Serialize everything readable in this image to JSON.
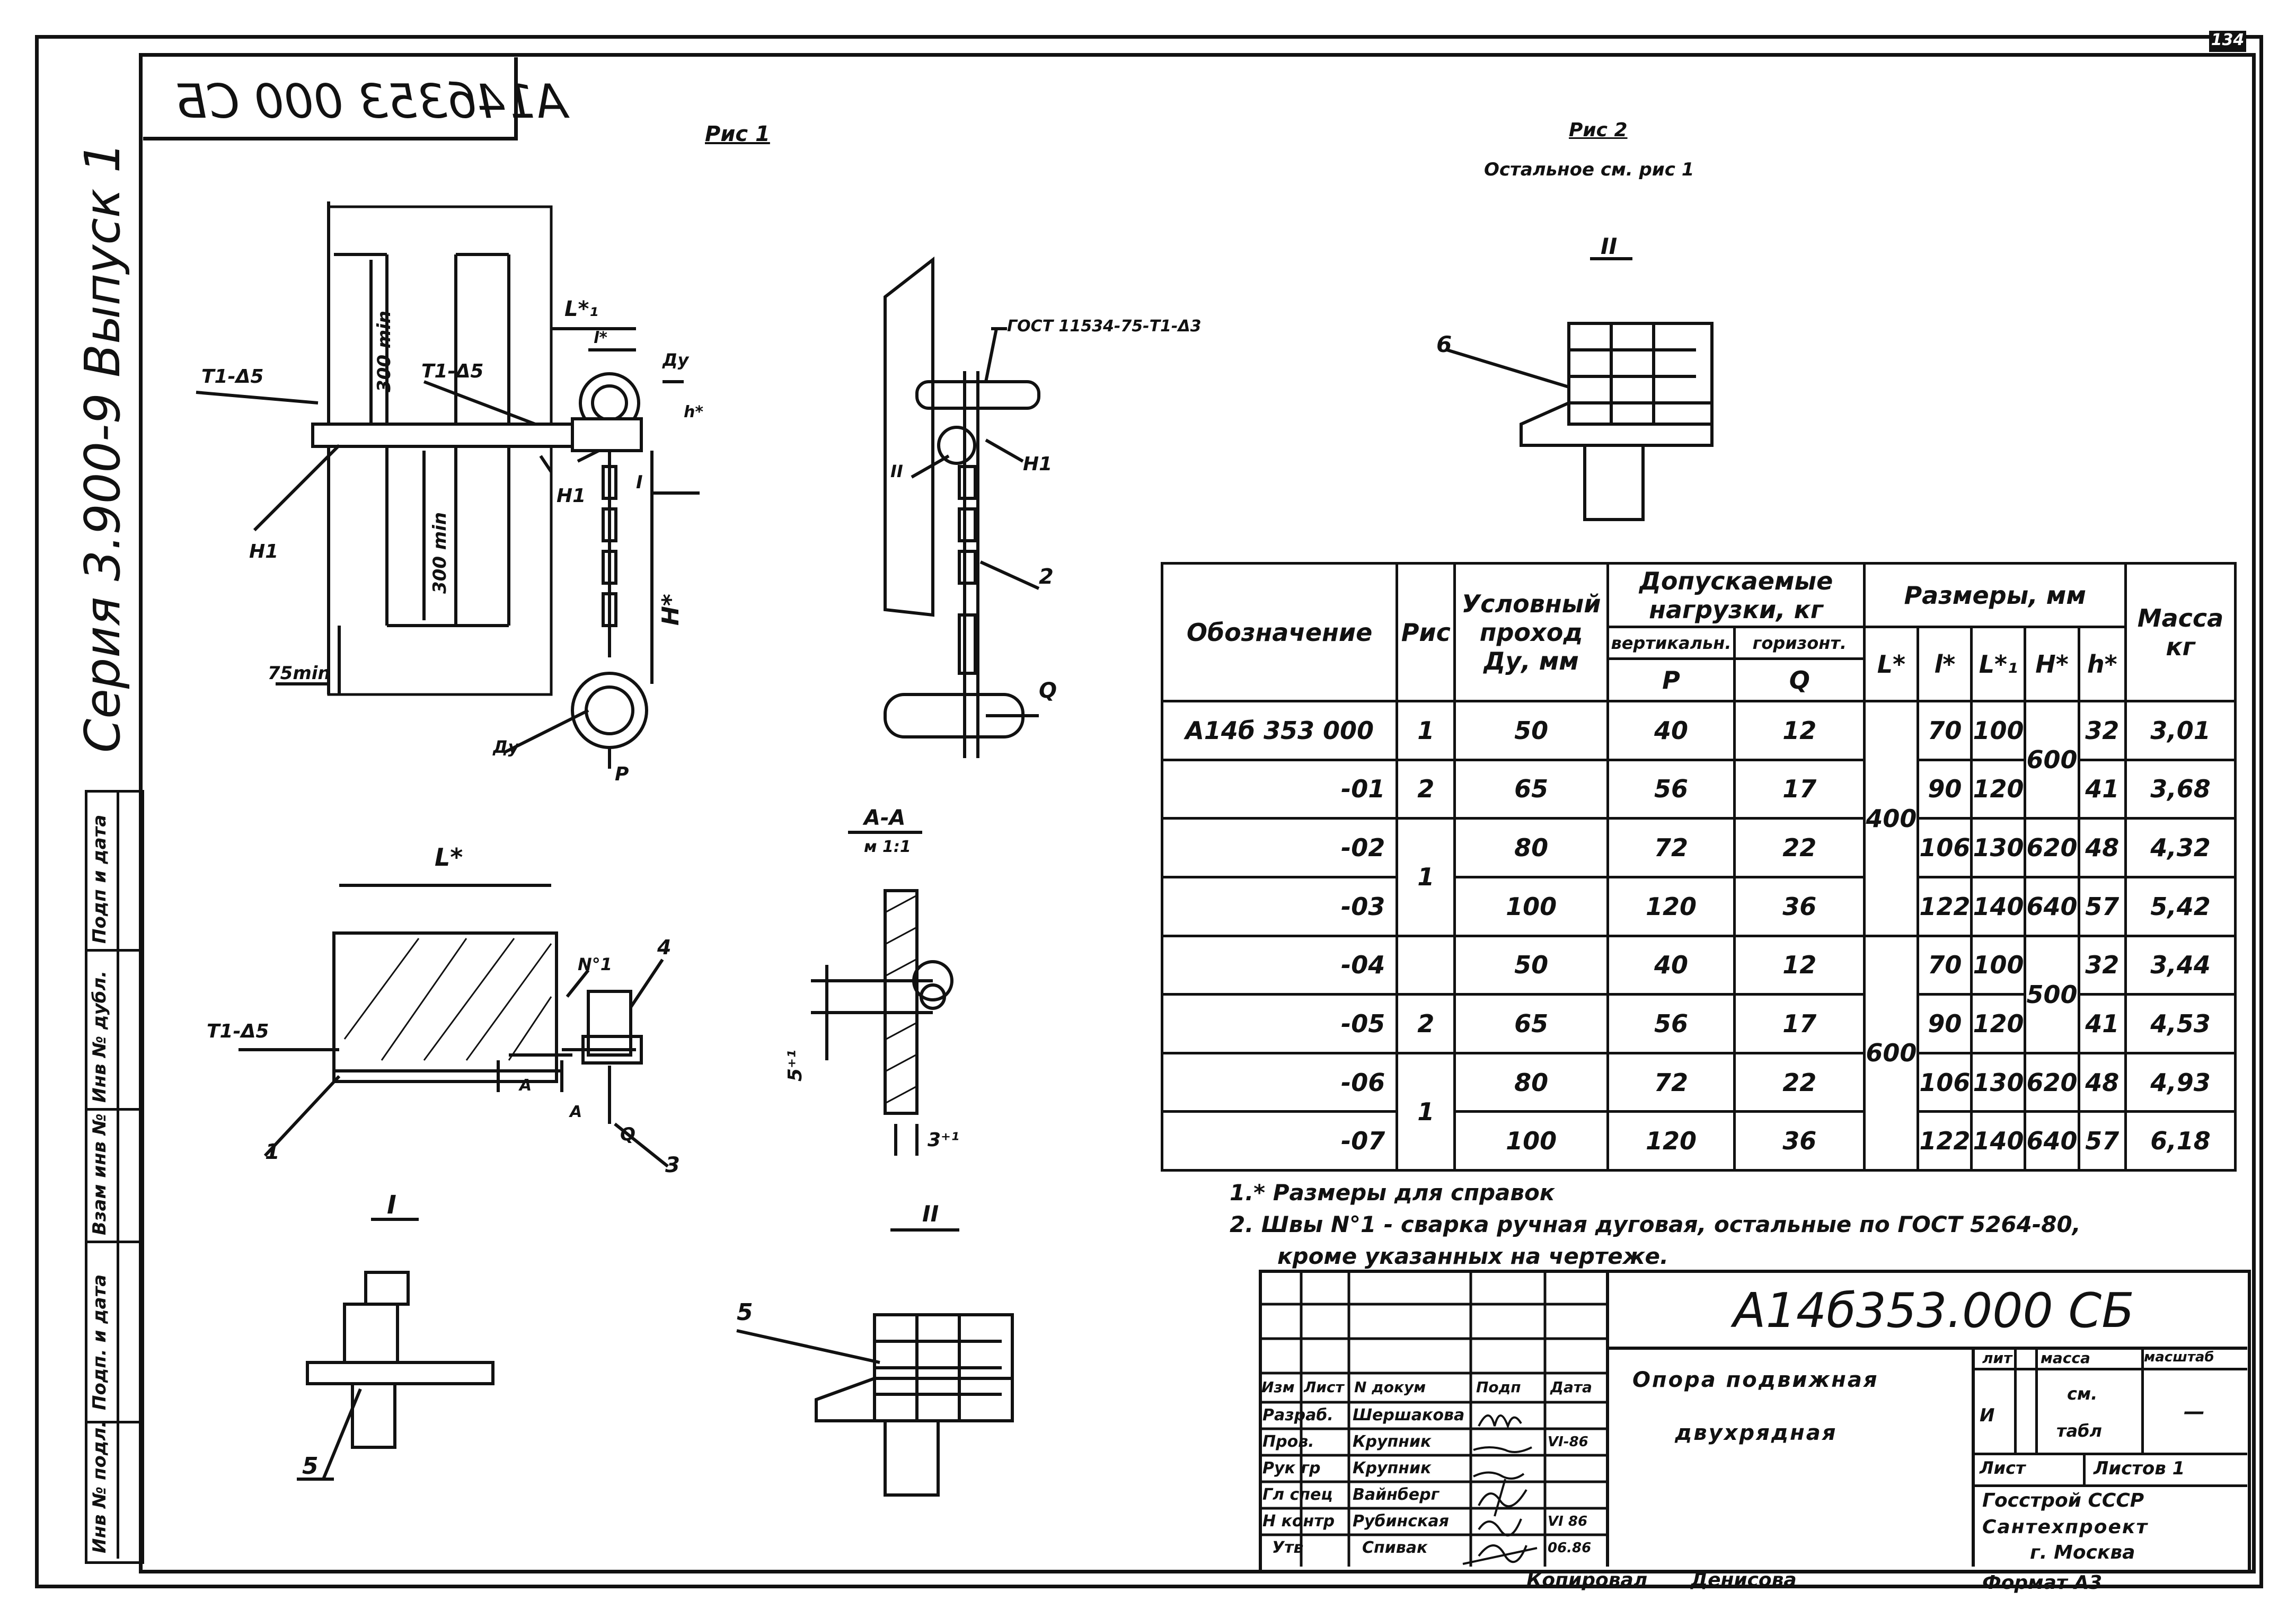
{
  "header": {
    "corner_stamp": "134",
    "doc_code_mirrored": "А14б353 000 СБ",
    "series_vertical": "Серия 3.900-9  Выпуск 1",
    "side_labels": [
      "Инв № подл.",
      "Подп. и дата",
      "Взам инв №",
      "Инв № дубл.",
      "Подп и дата"
    ]
  },
  "figures": {
    "fig1_title": "Рис 1",
    "fig2_title": "Рис 2",
    "fig2_note": "Остальное см. рис 1",
    "view_II_top": "II",
    "view_I": "I",
    "view_II_bottom": "II",
    "section": "А-А",
    "section_scale": "м 1:1",
    "labels": {
      "t1_d5_a": "Т1-Δ5",
      "t1_d5_b": "Т1-Δ5",
      "t1_d5_c": "Т1-Δ5",
      "h1_a": "Н1",
      "h1_b": "Н1",
      "h1_c": "Н1",
      "dim_300min_a": "300 min",
      "dim_300min_b": "300 min",
      "dim_75min": "75min",
      "l1": "L*₁",
      "l_small": "l*",
      "dy_a": "Ду",
      "dy_b": "Ду",
      "h_star": "H*",
      "h_small": "h*",
      "p": "P",
      "q_a": "Q",
      "q_b": "Q",
      "gost": "ГОСТ 11534-75-Т1-Δ3",
      "num2": "2",
      "num6": "6",
      "l_star": "L*",
      "no1": "N°1",
      "num4": "4",
      "num1": "1",
      "num3": "3",
      "a1": "А",
      "a2": "А",
      "dim_5": "5⁺¹",
      "dim_3": "3⁺¹",
      "num5_a": "5",
      "num5_b": "5",
      "roman_I_mark": "I",
      "roman_II_mark": "II"
    }
  },
  "spec_table": {
    "h_designation": "Обозначение",
    "h_fig": "Рис",
    "h_dn_1": "Условный",
    "h_dn_2": "проход",
    "h_dn_3": "Ду, мм",
    "h_load_1": "Допускаемые",
    "h_load_2": "нагрузки, кг",
    "h_vert": "вертикальн.",
    "h_horiz": "горизонт.",
    "h_p": "P",
    "h_q": "Q",
    "h_sizes": "Размеры, мм",
    "h_L": "L*",
    "h_l": "l*",
    "h_l1": "L*₁",
    "h_H": "H*",
    "h_h": "h*",
    "h_mass_1": "Масса",
    "h_mass_2": "кг",
    "rows": [
      {
        "des": "А14б 353 000",
        "fig": "1",
        "dn": "50",
        "p": "40",
        "q": "12",
        "l": "70",
        "l1": "100",
        "h": "32",
        "mass": "3,01"
      },
      {
        "des": "-01",
        "fig": "2",
        "dn": "65",
        "p": "56",
        "q": "17",
        "l": "90",
        "l1": "120",
        "h": "41",
        "mass": "3,68"
      },
      {
        "des": "-02",
        "fig": "1",
        "dn": "80",
        "p": "72",
        "q": "22",
        "l": "106",
        "l1": "130",
        "H": "620",
        "h": "48",
        "mass": "4,32"
      },
      {
        "des": "-03",
        "fig": "",
        "dn": "100",
        "p": "120",
        "q": "36",
        "l": "122",
        "l1": "140",
        "H": "640",
        "h": "57",
        "mass": "5,42"
      },
      {
        "des": "-04",
        "fig": "",
        "dn": "50",
        "p": "40",
        "q": "12",
        "l": "70",
        "l1": "100",
        "h": "32",
        "mass": "3,44"
      },
      {
        "des": "-05",
        "fig": "2",
        "dn": "65",
        "p": "56",
        "q": "17",
        "l": "90",
        "l1": "120",
        "h": "41",
        "mass": "4,53"
      },
      {
        "des": "-06",
        "fig": "1",
        "dn": "80",
        "p": "72",
        "q": "22",
        "l": "106",
        "l1": "130",
        "H": "620",
        "h": "48",
        "mass": "4,93"
      },
      {
        "des": "-07",
        "fig": "",
        "dn": "100",
        "p": "120",
        "q": "36",
        "l": "122",
        "l1": "140",
        "H": "640",
        "h": "57",
        "mass": "6,18"
      }
    ],
    "L_400": "400",
    "L_600": "600",
    "H_600": "600",
    "H_500": "500"
  },
  "notes": {
    "n1": "1.* Размеры для справок",
    "n2": "2. Швы N°1 - сварка ручная дуговая, остальные по ГОСТ 5264-80,",
    "n2b": "кроме указанных на чертеже."
  },
  "title_block": {
    "doc_code": "А14б353.000 СБ",
    "name_1": "Опора подвижная",
    "name_2": "двухрядная",
    "h_izm": "Изм",
    "h_list": "Лист",
    "h_doc": "N докум",
    "h_sign": "Подп",
    "h_date": "Дата",
    "roles": [
      "Разраб.",
      "Пров.",
      "Рук гр",
      "Гл спец",
      "Н контр",
      "Утв"
    ],
    "names": [
      "Шершакова",
      "Крупник",
      "Крупник",
      "Вайнберг",
      "Рубинская",
      "Спивак"
    ],
    "dates": [
      "",
      "VI-86",
      "",
      "",
      "VI 86",
      "06.86"
    ],
    "lit_h": "лит",
    "mass_h": "масса",
    "scale_h": "масштаб",
    "lit_v": "И",
    "mass_v1": "см.",
    "mass_v2": "табл",
    "scale_v": "—",
    "sheet": "Лист",
    "sheets": "Листов 1",
    "org_1": "Госстрой СССР",
    "org_2": "Сантехпроект",
    "org_3": "г. Москва"
  },
  "footer": {
    "copied": "Копировал",
    "copier": "Денисова",
    "format": "Формат А3"
  }
}
